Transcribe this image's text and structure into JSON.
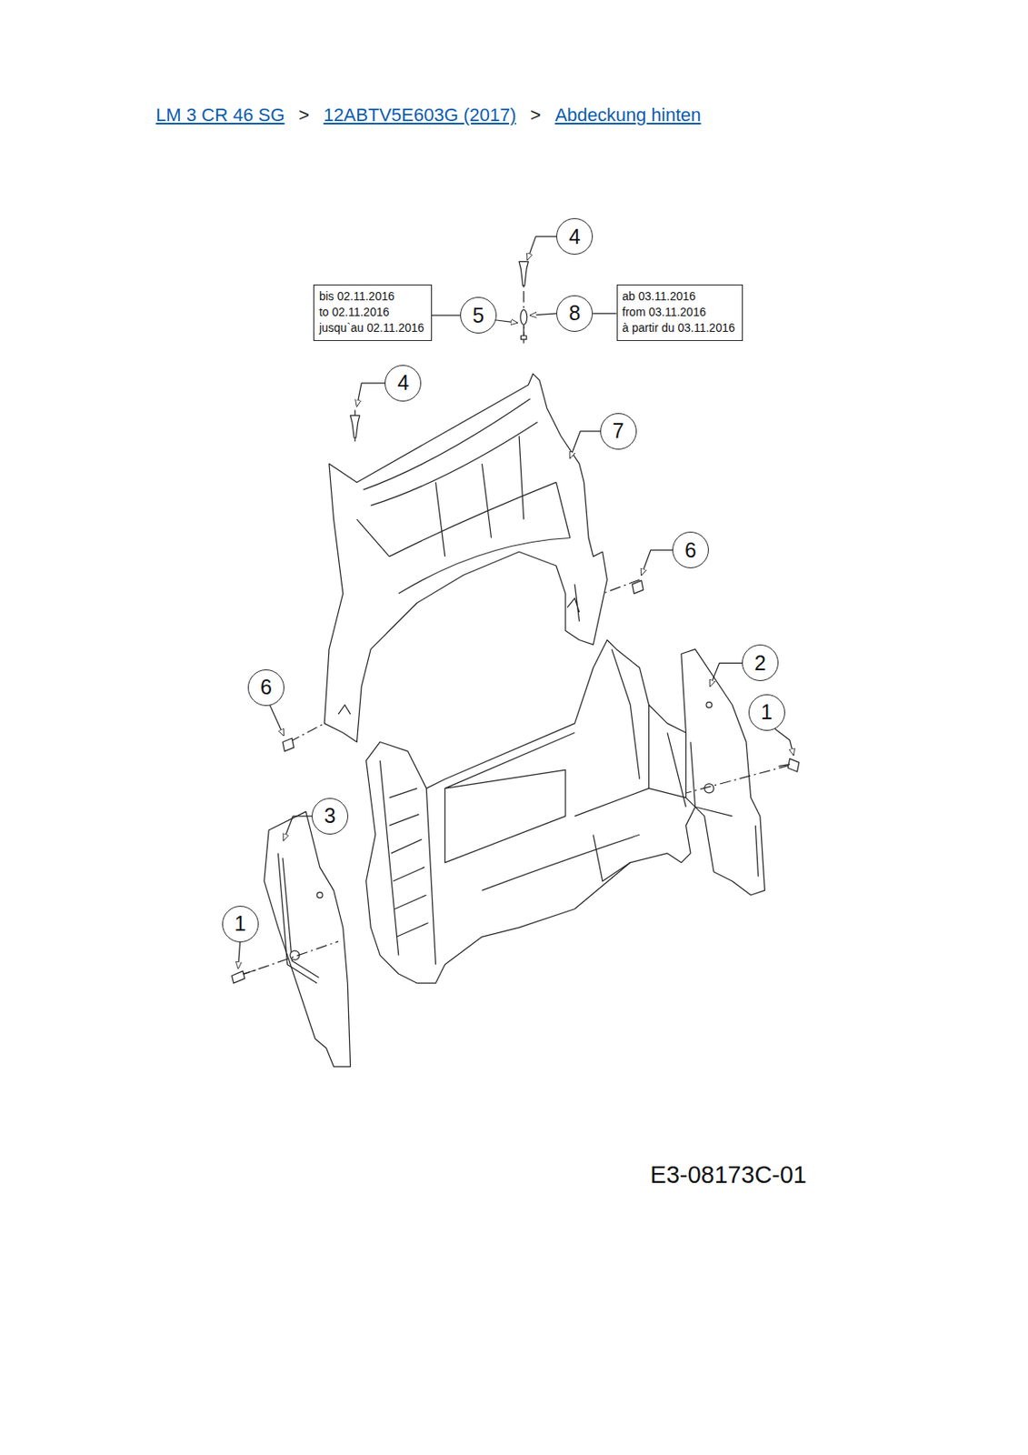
{
  "diagram": {
    "nodes": [
      {
        "text": [
          "4"
        ]
      },
      {
        "text": [
          "bis 02.11.2016",
          "to 02.11.2016",
          "jusqu`au 02.11.2016"
        ]
      },
      {
        "text": [
          "5"
        ]
      },
      {
        "text": [
          "8"
        ]
      },
      {
        "text": [
          "ab 03.11.2016",
          "from 03.11.2016",
          "à partir du 03.11.2016"
        ]
      },
      {
        "text": [
          "4"
        ]
      },
      {
        "text": [
          "7"
        ]
      },
      {
        "text": [
          "6"
        ]
      },
      {
        "text": [
          "2"
        ]
      },
      {
        "text": [
          "1"
        ]
      },
      {
        "text": [
          "6"
        ]
      },
      {
        "text": [
          "3"
        ]
      },
      {
        "text": [
          "1"
        ]
      }
    ],
    "edges": [
      {
        "from": 1,
        "to": 2,
        "arrow": "none"
      },
      {
        "from": 4,
        "to": 3,
        "arrow": "none"
      }
    ],
    "labels": [
      "LM 3 CR 46 SG",
      ">",
      "12ABTV5E603G (2017)",
      ">",
      "Abdeckung hinten",
      "E3-08173C-01"
    ]
  }
}
